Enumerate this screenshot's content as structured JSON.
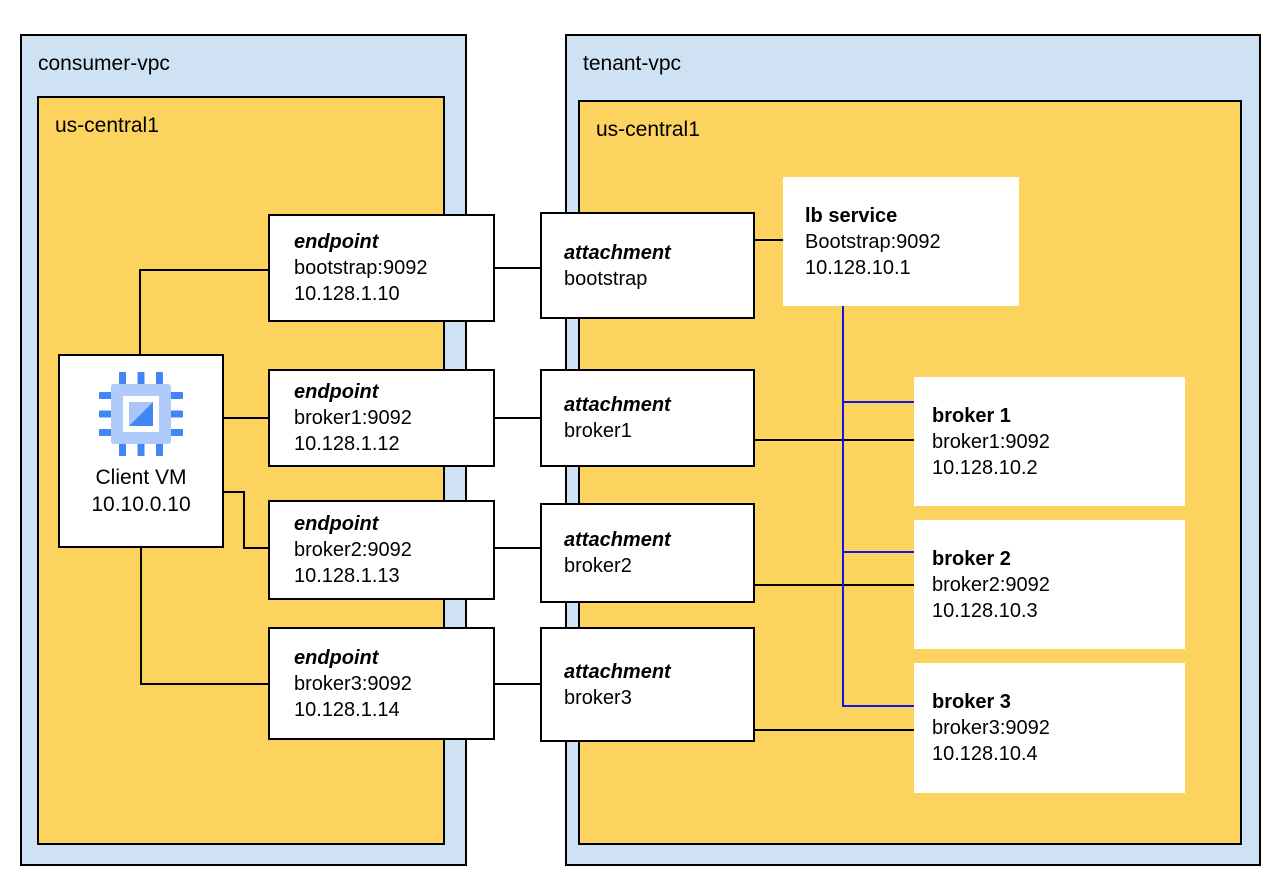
{
  "colors": {
    "vpc-fill": "#cfe2f3",
    "region-fill": "#fcd35f",
    "wire-black": "#000000",
    "wire-blue": "#1414e8",
    "box-border": "#000000"
  },
  "consumer_vpc": {
    "label": "consumer-vpc",
    "region_label": "us-central1",
    "client_vm": {
      "name": "Client VM",
      "ip": "10.10.0.10",
      "icon": "compute-engine-cpu"
    },
    "endpoints": [
      {
        "type": "endpoint",
        "service": "bootstrap:9092",
        "ip": "10.128.1.10"
      },
      {
        "type": "endpoint",
        "service": "broker1:9092",
        "ip": "10.128.1.12"
      },
      {
        "type": "endpoint",
        "service": "broker2:9092",
        "ip": "10.128.1.13"
      },
      {
        "type": "endpoint",
        "service": "broker3:9092",
        "ip": "10.128.1.14"
      }
    ]
  },
  "attachments": [
    {
      "type": "attachment",
      "name": "bootstrap"
    },
    {
      "type": "attachment",
      "name": "broker1"
    },
    {
      "type": "attachment",
      "name": "broker2"
    },
    {
      "type": "attachment",
      "name": "broker3"
    }
  ],
  "tenant_vpc": {
    "label": "tenant-vpc",
    "region_label": "us-central1",
    "lb_service": {
      "title": "lb service",
      "listener": "Bootstrap:9092",
      "ip": "10.128.10.1"
    },
    "brokers": [
      {
        "title": "broker 1",
        "service": "broker1:9092",
        "ip": "10.128.10.2"
      },
      {
        "title": "broker 2",
        "service": "broker2:9092",
        "ip": "10.128.10.3"
      },
      {
        "title": "broker 3",
        "service": "broker3:9092",
        "ip": "10.128.10.4"
      }
    ]
  }
}
